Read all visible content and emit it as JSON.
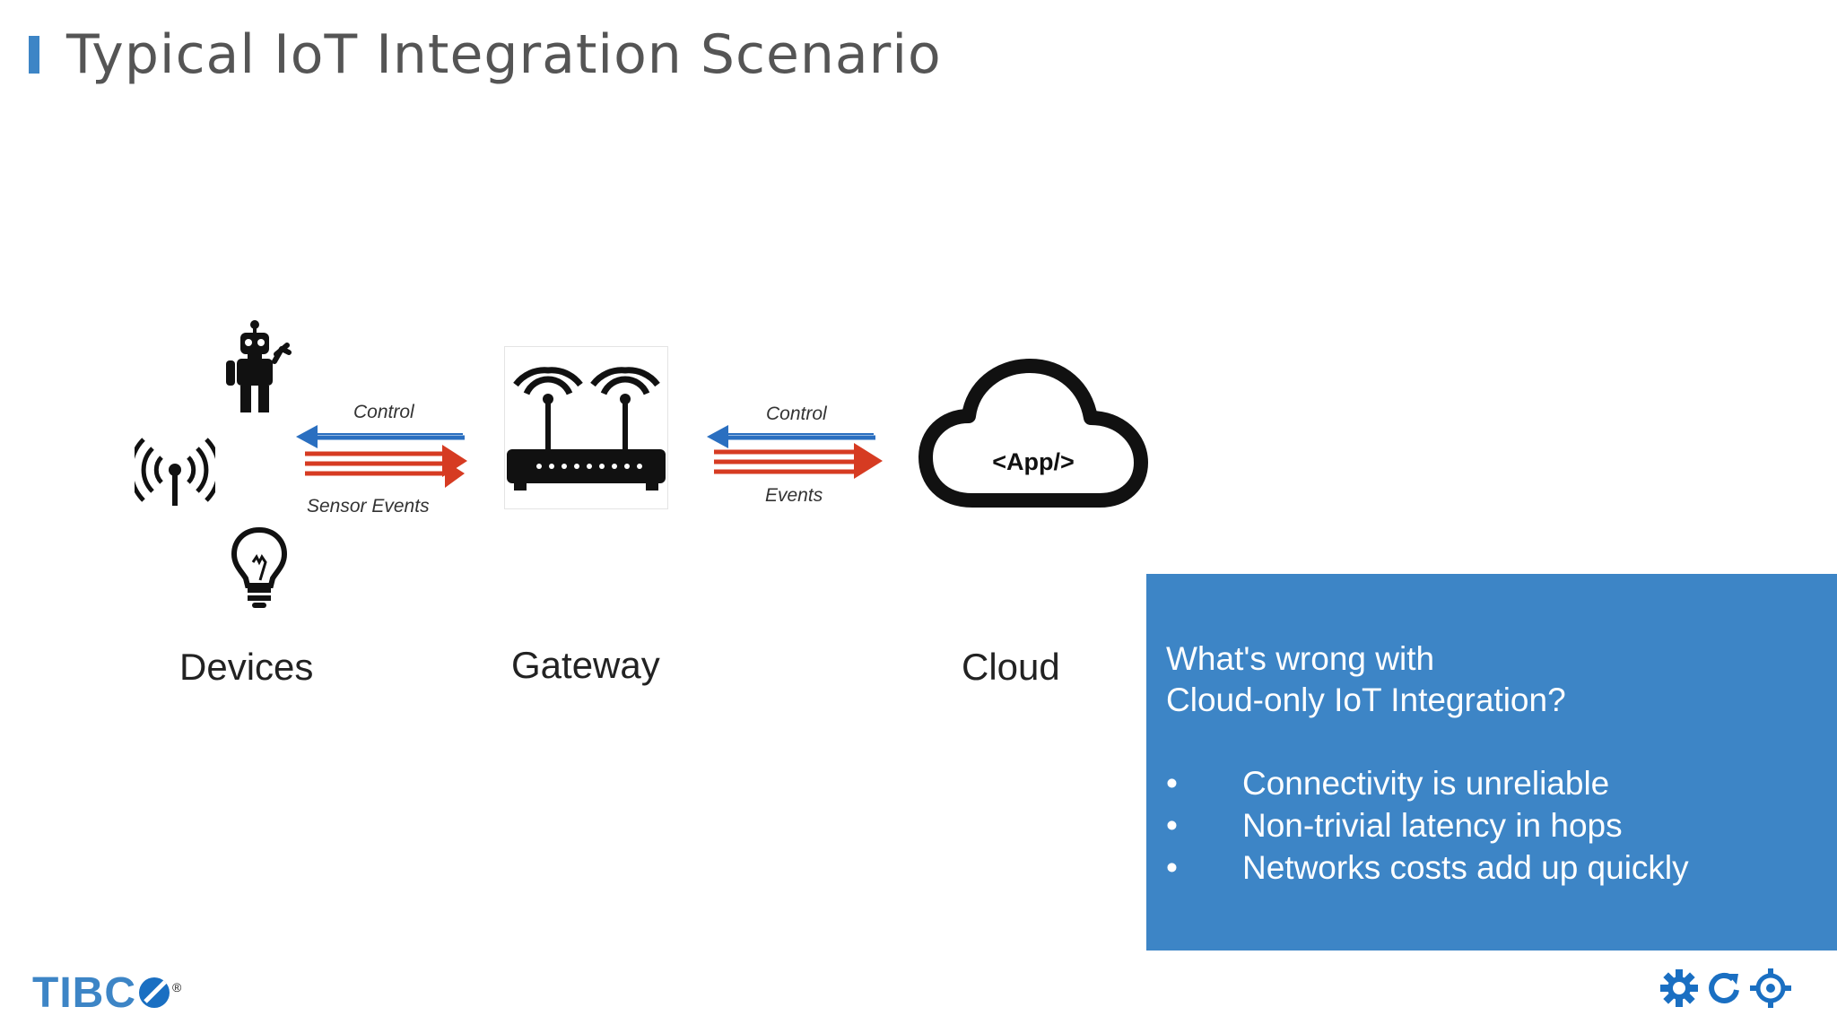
{
  "title": "Typical IoT Integration Scenario",
  "accent_color": "#3d85c6",
  "panel_color": "#3d85c6",
  "diagram": {
    "nodes": [
      {
        "id": "devices",
        "label": "Devices",
        "icons": [
          "robot-icon",
          "wireless-antenna-icon",
          "lightbulb-icon"
        ]
      },
      {
        "id": "gateway",
        "label": "Gateway",
        "icons": [
          "wifi-router-icon"
        ]
      },
      {
        "id": "cloud",
        "label": "Cloud",
        "icons": [
          "cloud-icon"
        ],
        "icon_text": "<App/>"
      }
    ],
    "edges": [
      {
        "from": "gateway",
        "to": "devices",
        "label": "Control",
        "color": "#2a6fc0"
      },
      {
        "from": "devices",
        "to": "gateway",
        "label": "Sensor Events",
        "color": "#d63b22"
      },
      {
        "from": "cloud",
        "to": "gateway",
        "label": "Control",
        "color": "#2a6fc0"
      },
      {
        "from": "gateway",
        "to": "cloud",
        "label": "Events",
        "color": "#d63b22"
      }
    ]
  },
  "panel": {
    "heading_line1": "What's wrong with",
    "heading_line2": "Cloud-only IoT Integration?",
    "bullets": [
      "Connectivity is unreliable",
      "Non-trivial latency in hops",
      "Networks costs add up quickly"
    ]
  },
  "footer": {
    "logo_text": "TIBC",
    "registered_mark": "®",
    "icons": [
      "gear-icon",
      "refresh-icon",
      "crosshair-icon"
    ]
  }
}
